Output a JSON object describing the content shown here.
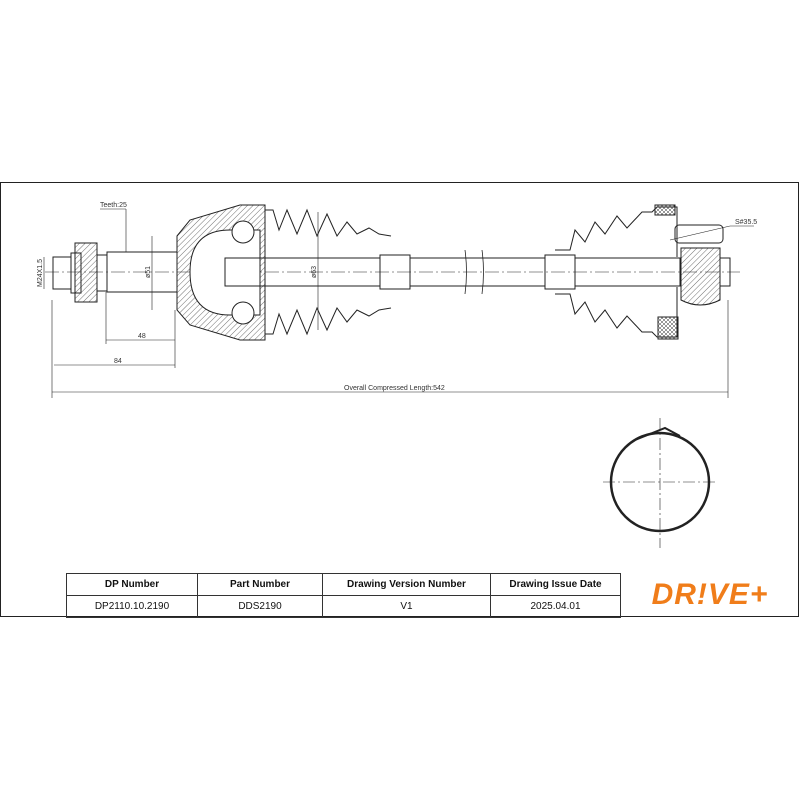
{
  "drawing": {
    "teeth_label": "Teeth:25",
    "thread_label": "M24X1.5",
    "diameter_51": "ø51",
    "diameter_63": "ø63",
    "dim_48": "48",
    "dim_84": "84",
    "overall_length": "Overall Compressed Length:542",
    "spline_label": "S#35.5"
  },
  "table": {
    "headers": [
      "DP Number",
      "Part Number",
      "Drawing Version Number",
      "Drawing Issue Date"
    ],
    "values": [
      "DP2110.10.2190",
      "DDS2190",
      "V1",
      "2025.04.01"
    ]
  },
  "logo": {
    "text": "DR!VE+",
    "color": "#f07d1a"
  }
}
